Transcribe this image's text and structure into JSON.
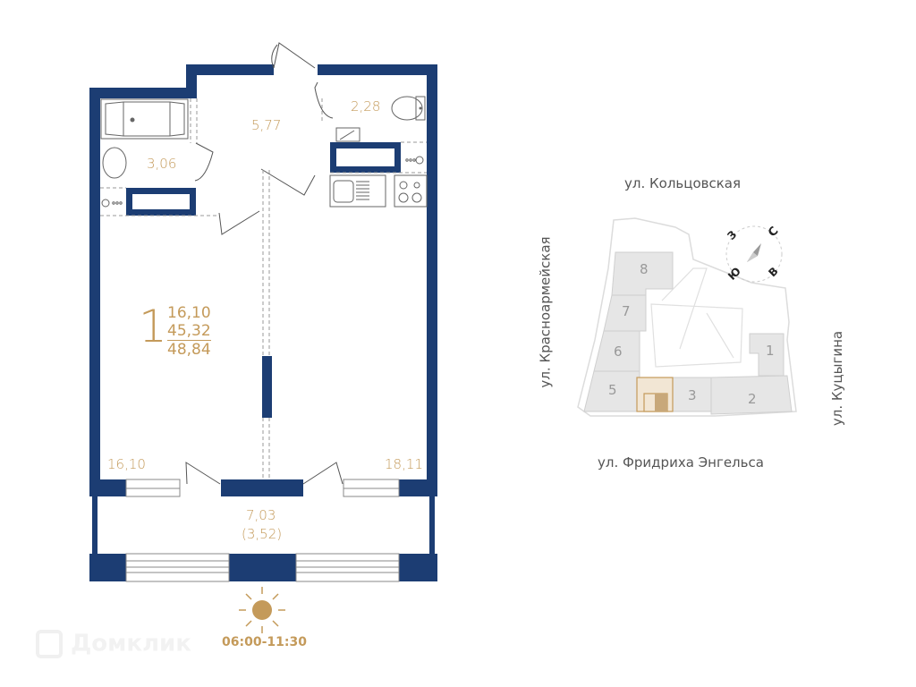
{
  "floorplan": {
    "rooms": [
      {
        "id": "bathroom",
        "label": "3,06"
      },
      {
        "id": "hallway",
        "label": "5,77"
      },
      {
        "id": "toilet",
        "label": "2,28"
      },
      {
        "id": "room-left",
        "label": "16,10"
      },
      {
        "id": "room-right",
        "label": "18,11"
      },
      {
        "id": "balcony",
        "label": "7,03"
      },
      {
        "id": "balcony-reduced",
        "label": "(3,52)"
      }
    ],
    "summary": {
      "room_count": "1",
      "living_area": "16,10",
      "total_area": "45,32",
      "total_with_balcony": "48,84"
    },
    "colors": {
      "wall": "#1c3d73",
      "accent": "#c49a5a",
      "fixture": "#666666"
    }
  },
  "sun": {
    "icon": "sun-icon",
    "time": "06:00-11:30"
  },
  "site_map": {
    "streets": {
      "north": "ул. Кольцовская",
      "west": "ул. Красноармейская",
      "east": "ул. Куцыгина",
      "south": "ул. Фридриха Энгельса"
    },
    "buildings": [
      "1",
      "2",
      "3",
      "5",
      "6",
      "7",
      "8"
    ],
    "compass": {
      "n": "С",
      "e": "В",
      "s": "Ю",
      "w": "З"
    }
  },
  "watermark": {
    "text": "Домклик",
    "icon": "domclick-logo-icon"
  }
}
